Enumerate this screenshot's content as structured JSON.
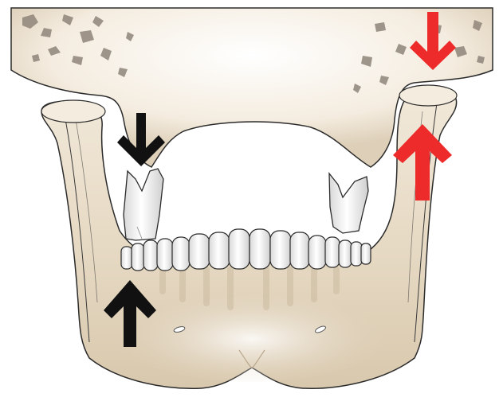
{
  "colors": {
    "bone": "#e8dcc8",
    "bone_light": "#f7f1e6",
    "bone_shadow": "#c9b99f",
    "outline": "#2b2b2b",
    "tooth": "#fbfbfb",
    "tooth_shade": "#cfcfcf",
    "trabecular": "#8f857a",
    "arrow_left": "#111111",
    "arrow_right": "#ee2b2b",
    "background": "#ffffff"
  },
  "arrows": [
    {
      "name": "left-upper-arrow",
      "direction": "down",
      "color_key": "arrow_left"
    },
    {
      "name": "left-lower-arrow",
      "direction": "up",
      "color_key": "arrow_left"
    },
    {
      "name": "right-upper-arrow",
      "direction": "down",
      "color_key": "arrow_right"
    },
    {
      "name": "right-lower-arrow",
      "direction": "up",
      "color_key": "arrow_right"
    }
  ]
}
